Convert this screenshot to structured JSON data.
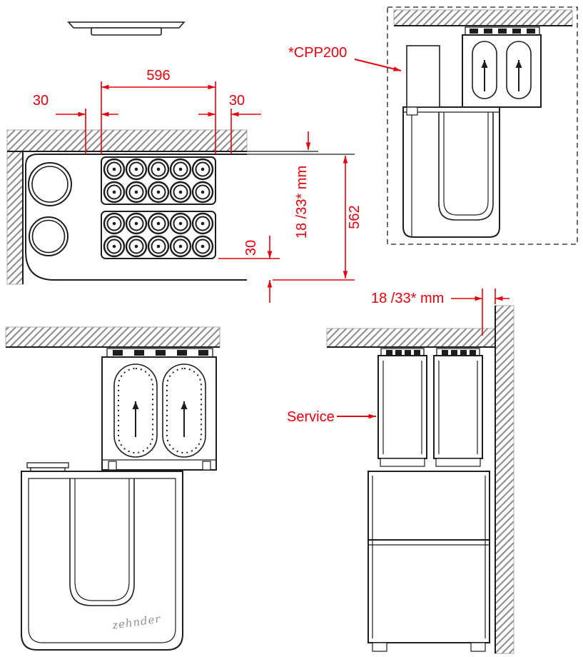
{
  "drawing": {
    "top_view": {
      "dim_width": "596",
      "dim_gap_left": "30",
      "dim_gap_right": "30",
      "dim_depth": "562",
      "dim_wall_clearance": "18 /33* mm",
      "dim_gap_bottom": "30"
    },
    "recirculation_view": {
      "duct_label": "*CPP200"
    },
    "front_view": {
      "brand_logo": "zehnder"
    },
    "service_view": {
      "dim_wall_clearance": "18 /33* mm",
      "service_label": "Service"
    }
  },
  "colors": {
    "dimension_red": "#e8000d",
    "line_black": "#1d1d1b",
    "hatch_gray": "#8a8a8a",
    "logo_gray": "#8f8f8f",
    "background": "#ffffff"
  }
}
